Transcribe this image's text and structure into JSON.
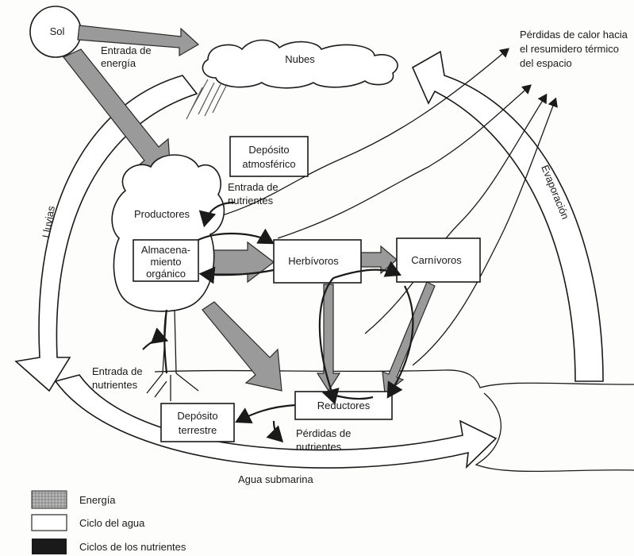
{
  "labels": {
    "sun": "Sol",
    "energy_input": [
      "Entrada de",
      "energía"
    ],
    "clouds": "Nubes",
    "heat_loss": [
      "Pérdidas de calor hacia",
      "el resumidero térmico",
      "del espacio"
    ],
    "atmospheric_pool": [
      "Depósito",
      "atmosférico"
    ],
    "nutrient_input_top": [
      "Entrada de",
      "nutrientes"
    ],
    "producers": "Productores",
    "organic_storage": [
      "Almacena-",
      "miento",
      "orgánico"
    ],
    "herbivores": "Herbívoros",
    "carnivores": "Carnívoros",
    "evaporation": "Evaporación",
    "rain": "Lluvias",
    "nutrient_input_bottom": [
      "Entrada de",
      "nutrientes"
    ],
    "terrestrial_pool": [
      "Depósito",
      "terrestre"
    ],
    "reducers": "Reductores",
    "nutrient_loss": [
      "Pérdidas de",
      "nutrientes"
    ],
    "groundwater": "Agua submarina"
  },
  "legend": [
    {
      "label": "Energía",
      "swatch": "energy",
      "color": "#9a9a9a"
    },
    {
      "label": "Ciclo del agua",
      "swatch": "water",
      "color": "#ffffff"
    },
    {
      "label": "Ciclos de los nutrientes",
      "swatch": "nutrient",
      "color": "#1a1a1a"
    }
  ]
}
